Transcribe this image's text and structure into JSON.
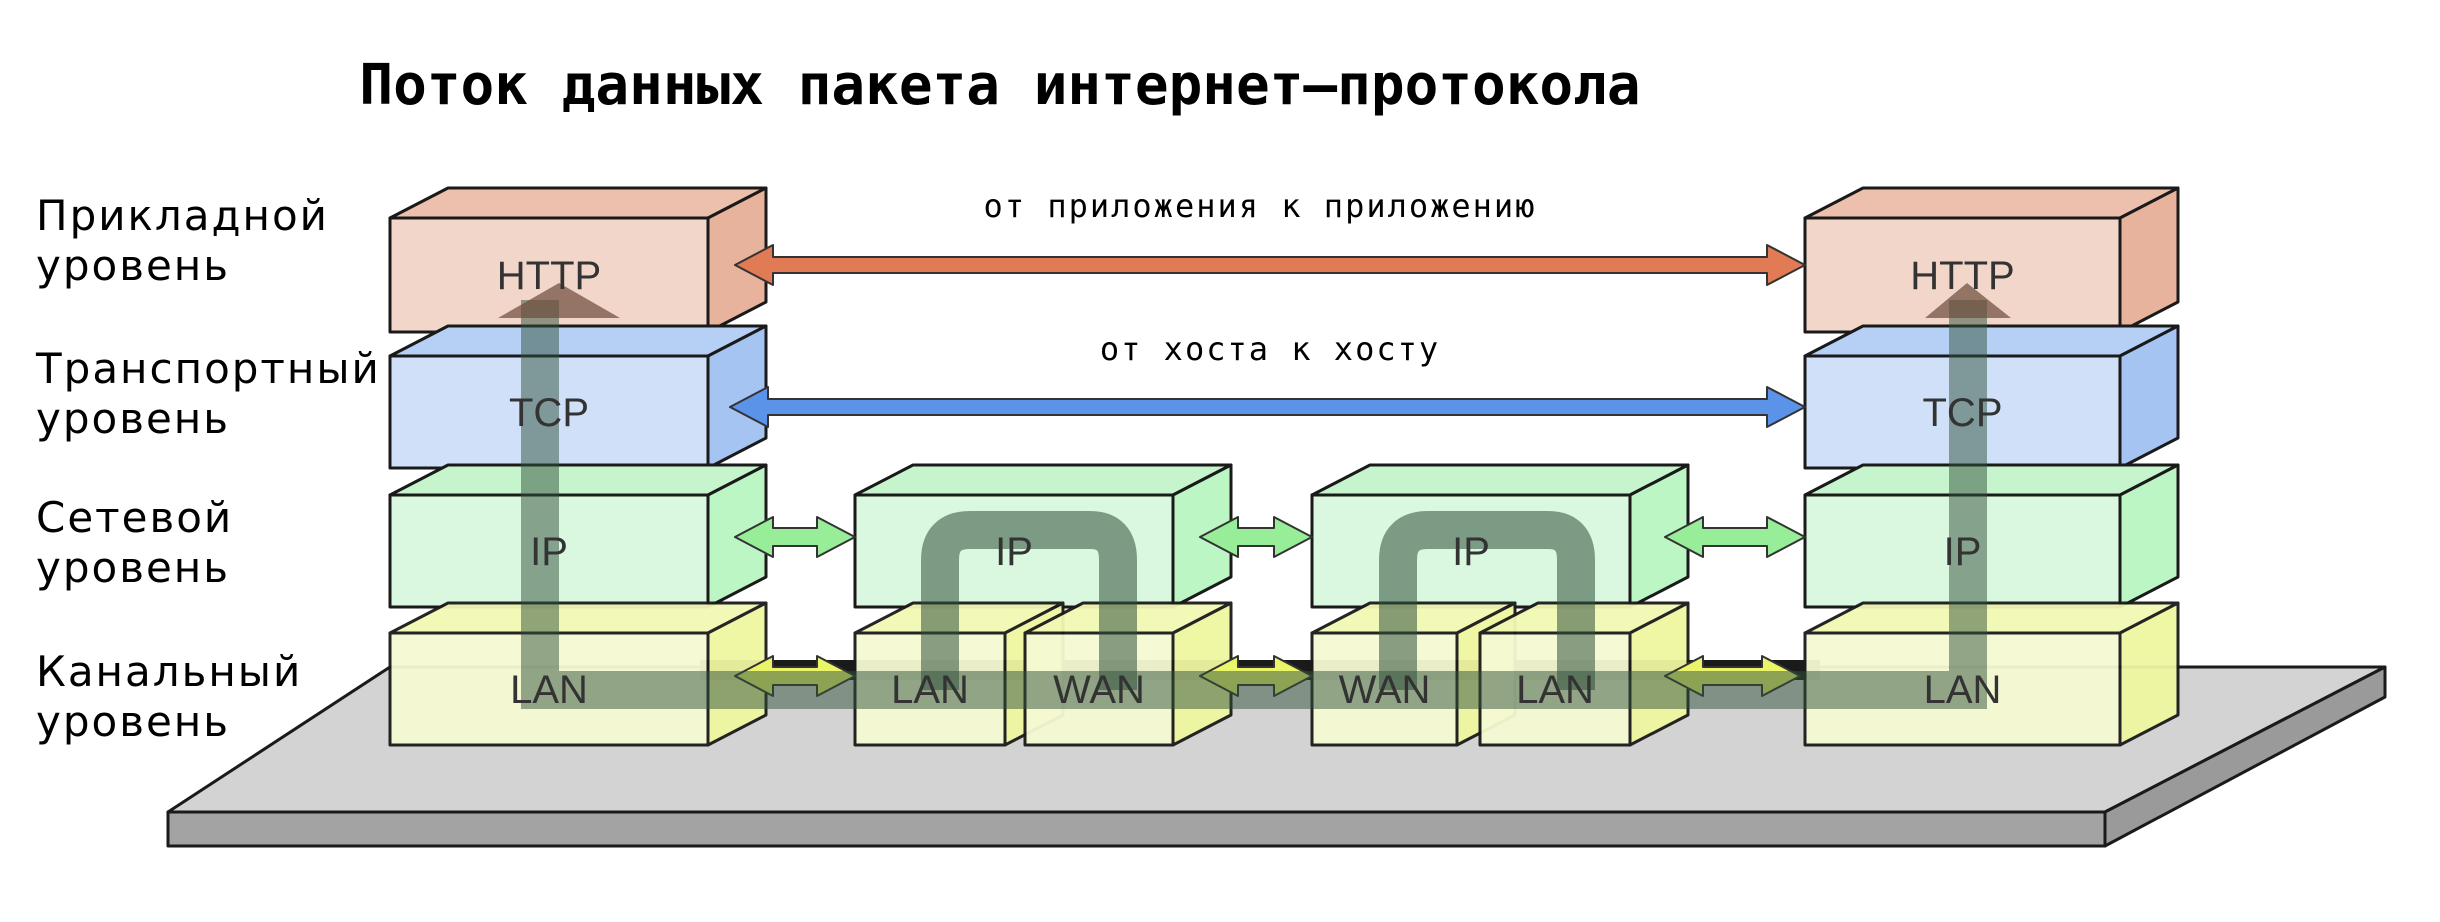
{
  "title": "Поток данных пакета интернет–протокола",
  "layers": [
    {
      "id": "application",
      "line1": "Прикладной",
      "line2": "уровень"
    },
    {
      "id": "transport",
      "line1": "Транспортный",
      "line2": "уровень"
    },
    {
      "id": "network",
      "line1": "Сетевой",
      "line2": "уровень"
    },
    {
      "id": "link",
      "line1": "Канальный",
      "line2": "уровень"
    }
  ],
  "arrow_labels": {
    "application": "от приложения к приложению",
    "transport": "от хоста к хосту"
  },
  "nodes": [
    {
      "id": "host-left",
      "type": "host",
      "boxes": [
        "HTTP",
        "TCP",
        "IP",
        "LAN"
      ]
    },
    {
      "id": "router-1",
      "type": "router",
      "boxes": [
        "IP",
        "LAN",
        "WAN"
      ]
    },
    {
      "id": "router-2",
      "type": "router",
      "boxes": [
        "IP",
        "WAN",
        "LAN"
      ]
    },
    {
      "id": "host-right",
      "type": "host",
      "boxes": [
        "HTTP",
        "TCP",
        "IP",
        "LAN"
      ]
    }
  ],
  "colors": {
    "application_front": "#f2d6ca",
    "application_top": "#ecc0ad",
    "application_side": "#e8b39c",
    "application_arrow": "#e07b55",
    "transport_front": "#cfe0f8",
    "transport_top": "#b6cff5",
    "transport_side": "#a6c4f2",
    "transport_arrow": "#5b93e8",
    "network_front": "#daf7df",
    "network_top": "#c6f5cd",
    "network_side": "#bdf6c5",
    "network_arrow": "#98ee98",
    "link_front": "#f5fad2",
    "link_top": "#f2f8b3",
    "link_side": "#eff6a0",
    "link_arrow": "#eaf56a",
    "flow_path": "#30503a",
    "platform_top": "#d3d3d3",
    "platform_side": "#9a9a9a"
  }
}
